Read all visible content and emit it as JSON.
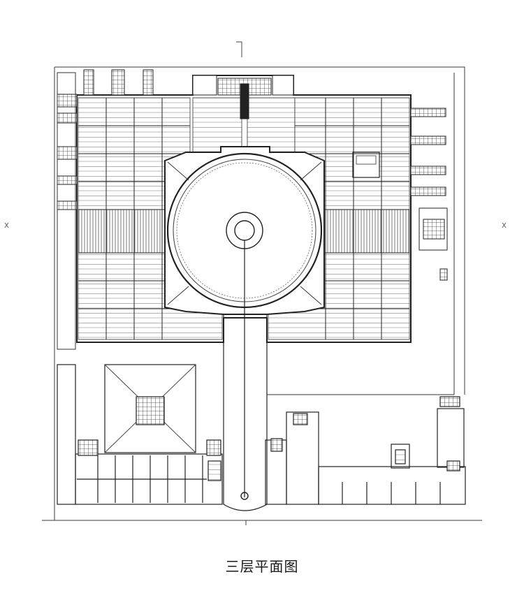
{
  "figure": {
    "caption": "三层平面图",
    "left_axis_mark": "Ⅹ",
    "right_axis_mark": "Ⅹ"
  },
  "colors": {
    "line": "#3a3a3a",
    "heavy": "#222222",
    "hatch": "#6e6e6e",
    "paper": "#ffffff"
  }
}
